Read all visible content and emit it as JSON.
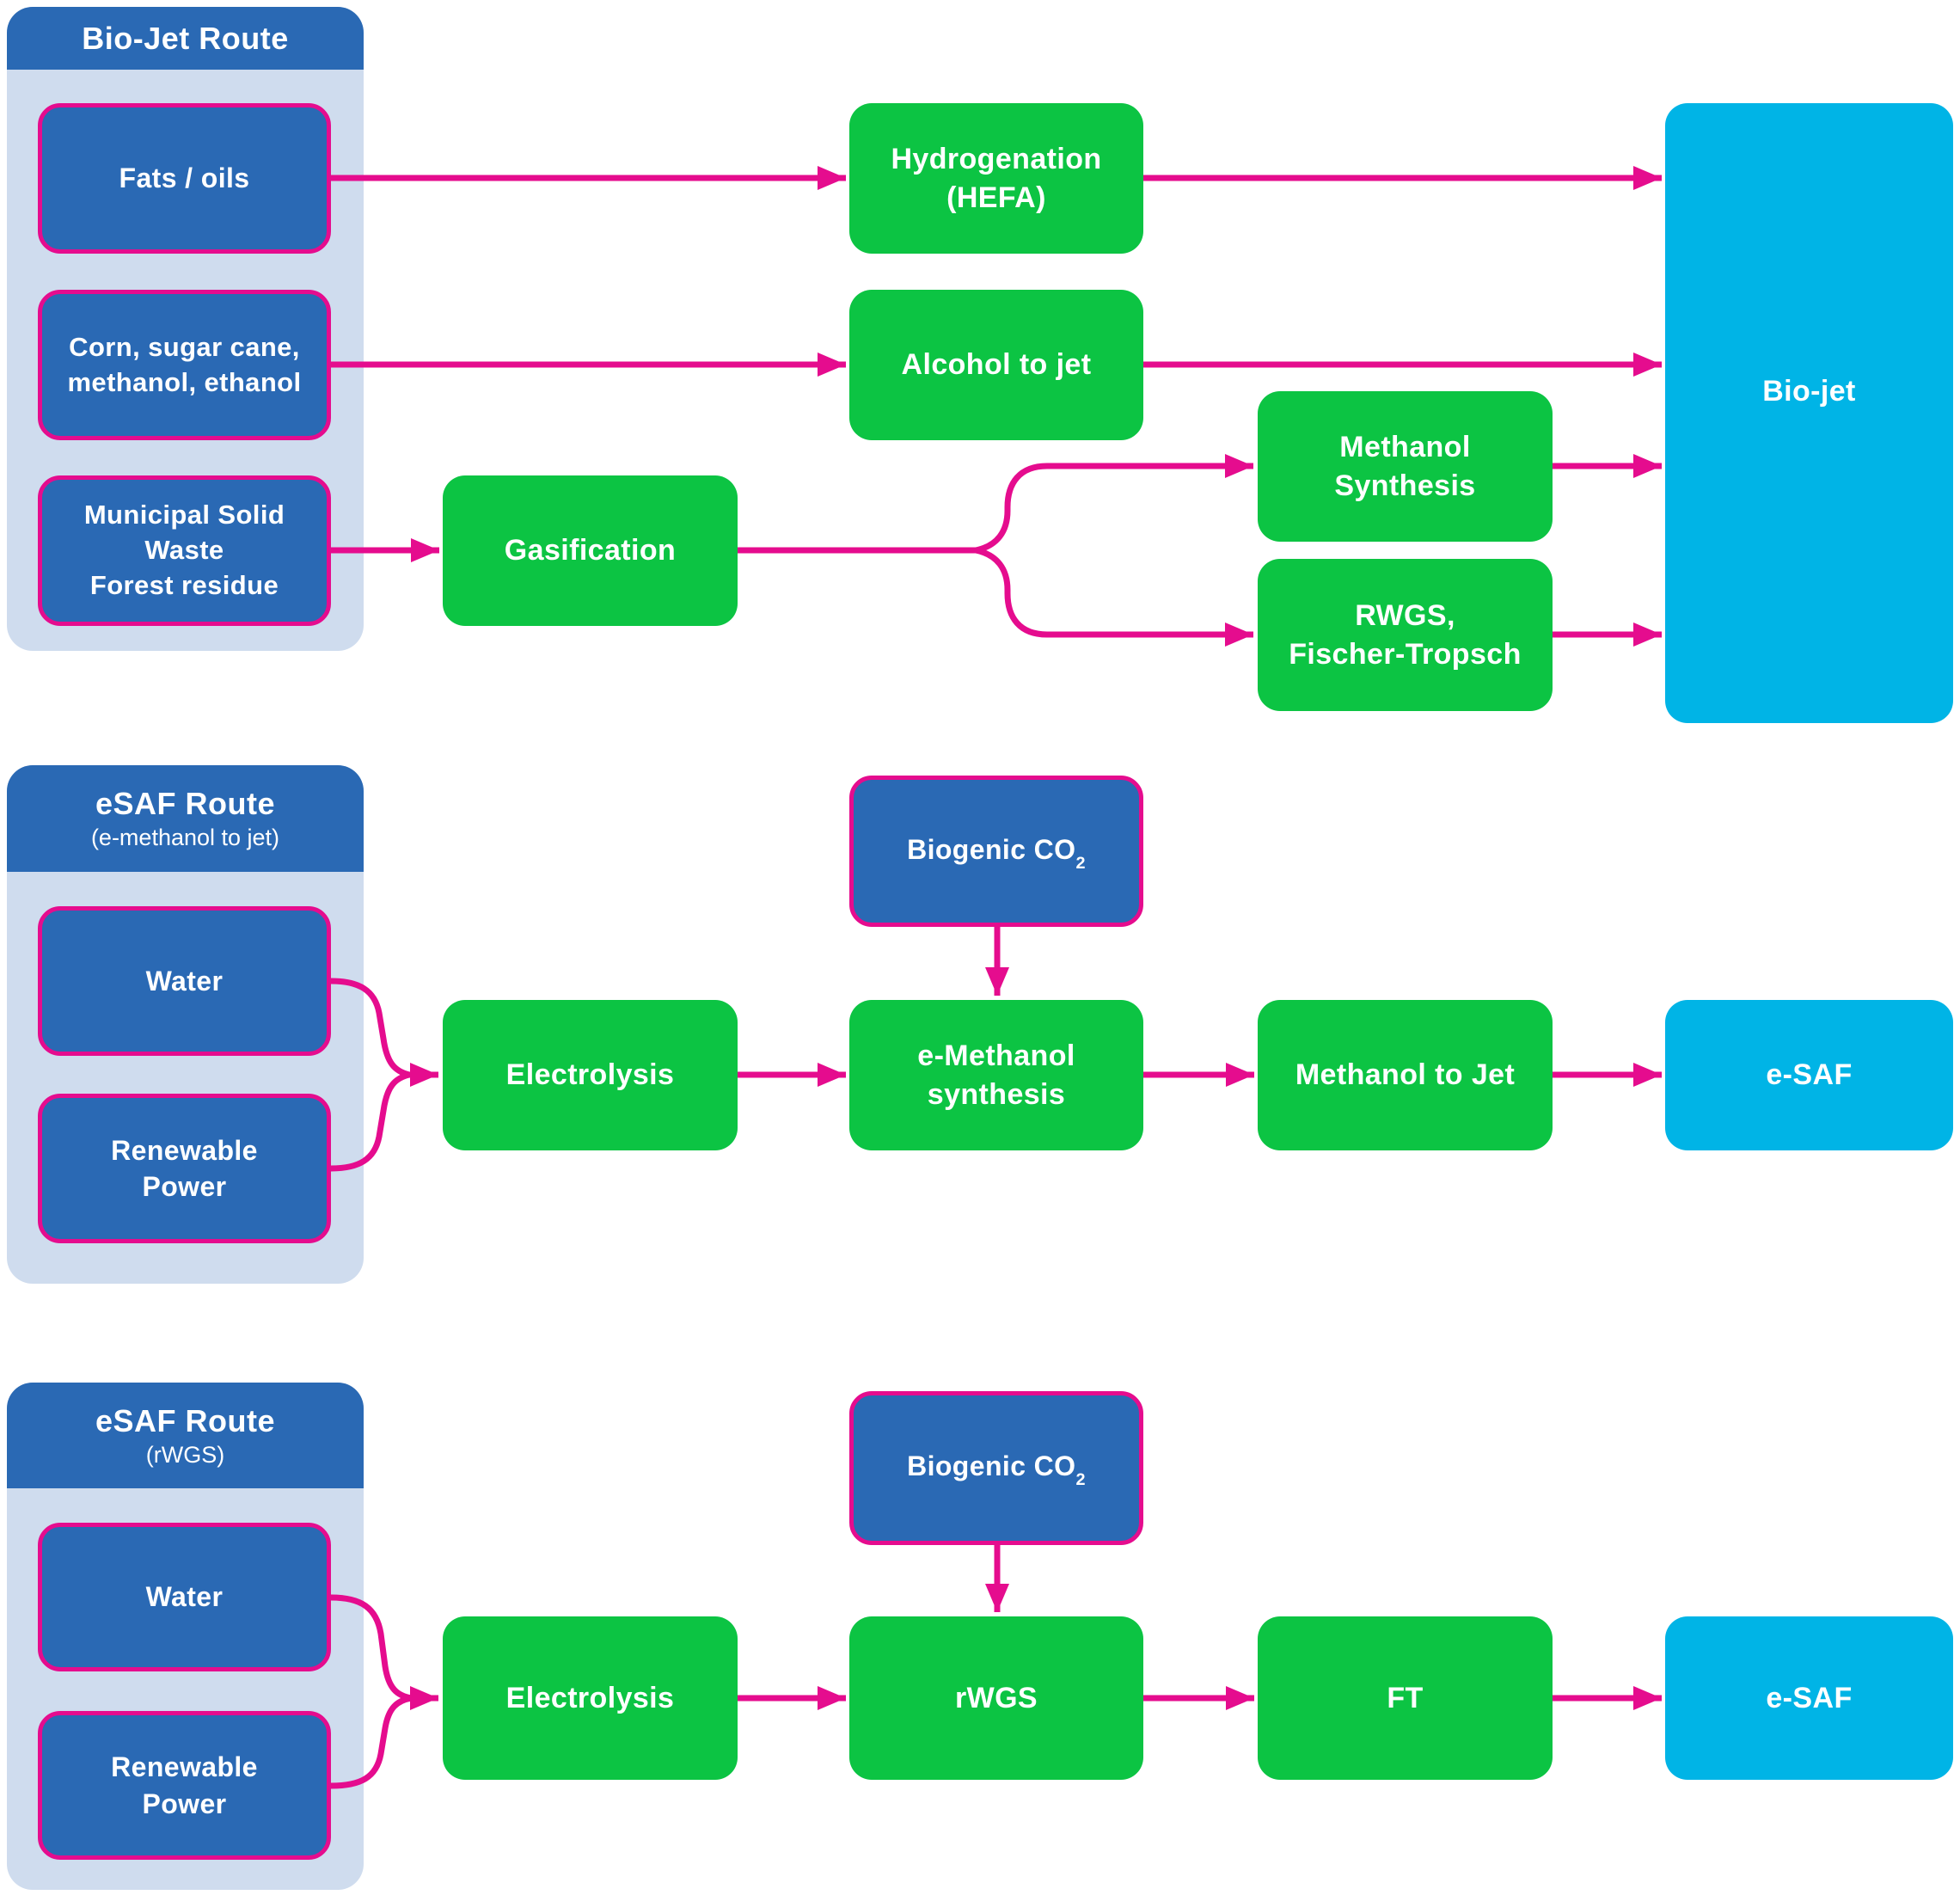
{
  "colors": {
    "box_blue": "#2a69b4",
    "panel_light_blue": "#cfdcee",
    "process_green": "#0cc443",
    "output_cyan": "#00b4e6",
    "arrow_magenta": "#e50c8e",
    "text_white": "#ffffff"
  },
  "biojet": {
    "header": "Bio-Jet Route",
    "fats": "Fats / oils",
    "corn_line1": "Corn, sugar cane,",
    "corn_line2": "methanol, ethanol",
    "msw_line1": "Municipal Solid",
    "msw_line2": "Waste",
    "msw_line3": "Forest residue",
    "hydrogenation_line1": "Hydrogenation",
    "hydrogenation_line2": "(HEFA)",
    "alcohol_to_jet": "Alcohol to jet",
    "gasification": "Gasification",
    "methanol_synthesis_line1": "Methanol",
    "methanol_synthesis_line2": "Synthesis",
    "rwgs_ft_line1": "RWGS,",
    "rwgs_ft_line2": "Fischer-Tropsch",
    "output": "Bio-jet"
  },
  "esaf_methanol": {
    "header": "eSAF Route",
    "subheader": "(e-methanol to jet)",
    "water": "Water",
    "renewable_line1": "Renewable",
    "renewable_line2": "Power",
    "electrolysis": "Electrolysis",
    "biogenic_co2_main": "Biogenic CO",
    "biogenic_co2_sub": "2",
    "e_methanol_line1": "e-Methanol",
    "e_methanol_line2": "synthesis",
    "methanol_to_jet": "Methanol to Jet",
    "output": "e-SAF"
  },
  "esaf_rwgs": {
    "header": "eSAF Route",
    "subheader": "(rWGS)",
    "water": "Water",
    "renewable_line1": "Renewable",
    "renewable_line2": "Power",
    "electrolysis": "Electrolysis",
    "biogenic_co2_main": "Biogenic CO",
    "biogenic_co2_sub": "2",
    "rwgs": "rWGS",
    "ft": "FT",
    "output": "e-SAF"
  }
}
